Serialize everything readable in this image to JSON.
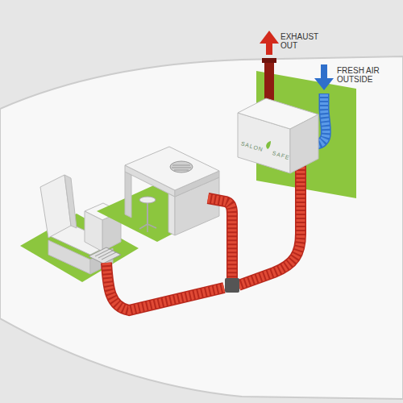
{
  "diagram": {
    "nodes": [
      {
        "text": [
          "SALON SAFE"
        ]
      }
    ],
    "labels": [
      "EXHAUST OUT",
      "FRESH AIR OUTSIDE"
    ]
  }
}
